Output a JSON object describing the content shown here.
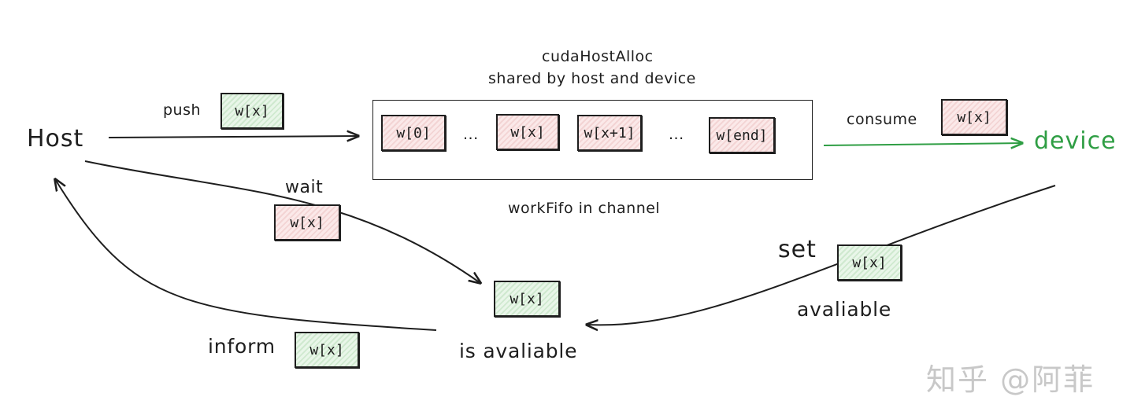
{
  "top_caption": {
    "line1": "cudaHostAlloc",
    "line2": "shared by host and device"
  },
  "nodes": {
    "host": "Host",
    "device": "device"
  },
  "fifo": {
    "caption": "workFifo in channel",
    "items": [
      "w[0]",
      "...",
      "w[x]",
      "w[x+1]",
      "...",
      "w[end]"
    ]
  },
  "edges": {
    "push": {
      "label": "push",
      "item": "w[x]"
    },
    "consume": {
      "label": "consume",
      "item": "w[x]"
    },
    "wait": {
      "label": "wait",
      "item": "w[x]"
    },
    "set": {
      "label": "set",
      "item": "w[x]",
      "sublabel": "avaliable"
    },
    "inform": {
      "label": "inform",
      "item": "w[x]"
    }
  },
  "state": {
    "item": "w[x]",
    "label": "is avaliable"
  },
  "watermark": "知乎 @阿菲",
  "colors": {
    "ink": "#1e1e1e",
    "device_green": "#2f9e44",
    "pending_fill": "#f3d4d4",
    "ready_fill": "#cfe9cf"
  }
}
